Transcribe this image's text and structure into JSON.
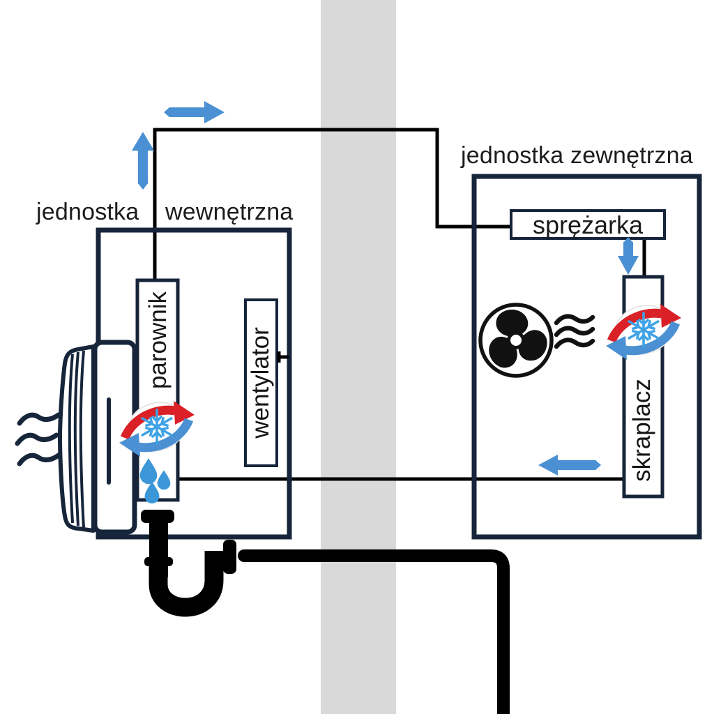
{
  "diagram": {
    "indoor_unit": {
      "title": "jednostka wewnętrzna",
      "components": {
        "evaporator": "parownik",
        "fan": "wentylator"
      }
    },
    "outdoor_unit": {
      "title": "jednostka zewnętrzna",
      "components": {
        "compressor": "sprężarka",
        "condenser": "skraplacz"
      }
    },
    "colors": {
      "outline_navy": "#16253a",
      "line_black": "#000000",
      "flow_blue": "#4a90d2",
      "hot_red": "#d92127",
      "snowflake_blue": "#3fa2e6",
      "droplet_blue": "#3b97d8",
      "wall_gray": "#d9d9d9",
      "text": "#1c1c1c"
    },
    "icons": [
      {
        "name": "fan-icon",
        "glyph": "three-blade fan in circle"
      },
      {
        "name": "airflow-waves-icon",
        "glyph": "≋"
      },
      {
        "name": "heat-waves-icon",
        "glyph": "≋"
      },
      {
        "name": "snowflake-icon",
        "glyph": "❄"
      },
      {
        "name": "hot-flow-swirl-icon",
        "glyph": "curved red arrow"
      },
      {
        "name": "cold-flow-swirl-icon",
        "glyph": "curved blue arrow"
      },
      {
        "name": "water-droplets-icon",
        "glyph": "💧💧💧"
      },
      {
        "name": "drain-trap-icon",
        "glyph": "black P-trap pipe"
      },
      {
        "name": "flow-arrow-icon",
        "glyph": "blue straight arrow"
      },
      {
        "name": "indoor-ac-unit-icon",
        "glyph": "wall AC unit side view"
      }
    ]
  }
}
